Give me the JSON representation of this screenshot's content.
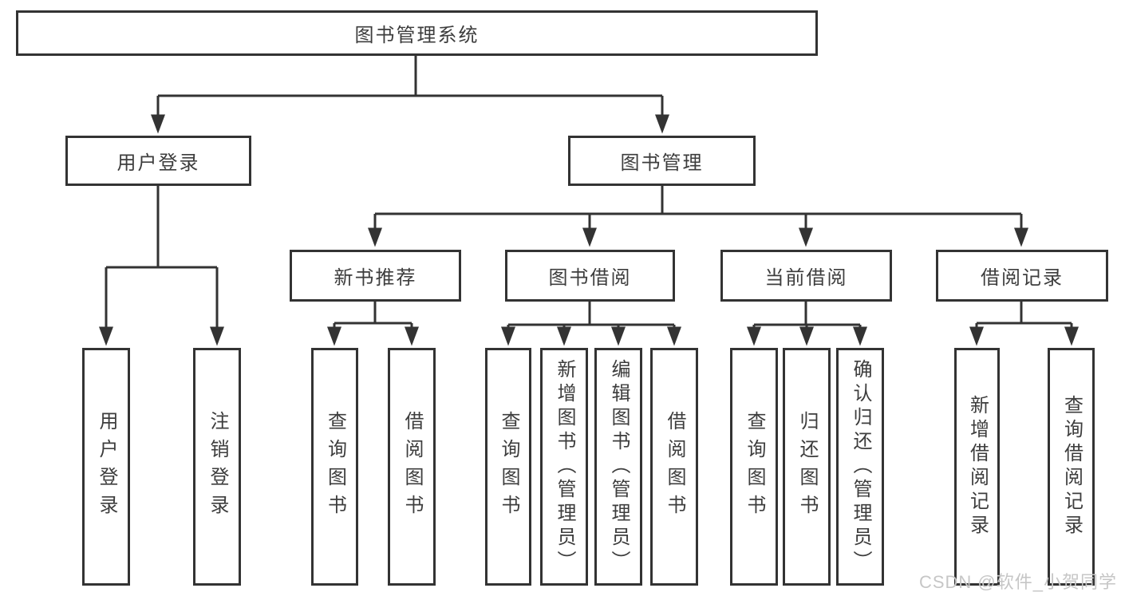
{
  "colors": {
    "background": "#ffffff",
    "line": "#333333",
    "text": "#3d3d3d",
    "box_fill": "#ffffff",
    "watermark": "#c6c6c6"
  },
  "nodes": {
    "root": "图书管理系统",
    "level2": {
      "user_login": "用户登录",
      "book_management": "图书管理"
    },
    "level3": {
      "new_book_recommend": "新书推荐",
      "book_borrow": "图书借阅",
      "current_borrow": "当前借阅",
      "borrow_records": "借阅记录"
    },
    "leaves": {
      "a1": "用户登录",
      "a2": "注销登录",
      "b1": "查询图书",
      "b2": "借阅图书",
      "c1": "查询图书",
      "c2": "新增图书（管理员）",
      "c3": "编辑图书（管理员）",
      "c4": "借阅图书",
      "d1": "查询图书",
      "d2": "归还图书",
      "d3": "确认归还（管理员）",
      "e1": "新增借阅记录",
      "e2": "查询借阅记录"
    }
  },
  "watermark": {
    "text": "CSDN @软件_小贺同学"
  }
}
